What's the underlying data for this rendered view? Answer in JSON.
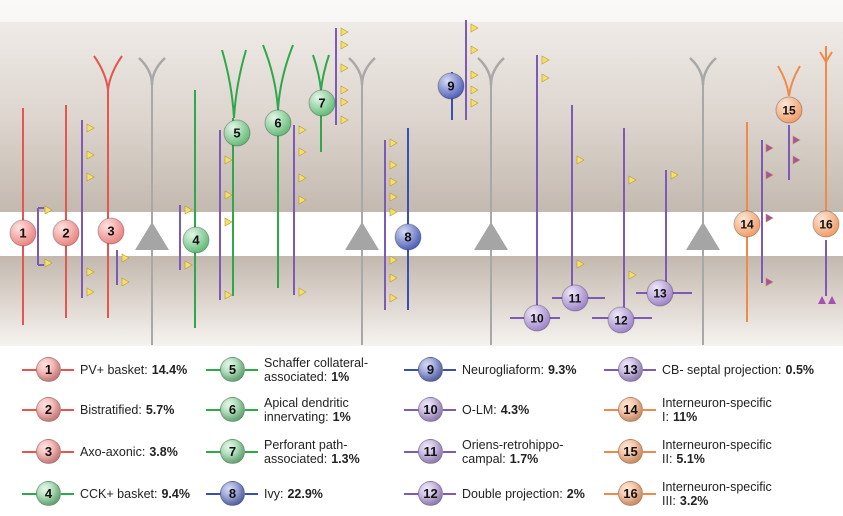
{
  "colors": {
    "band_top": "#e9e4e0",
    "band_mid_dark": "#b9afa6",
    "white_band": "#ffffff",
    "pyramidal": "#a8a8a8",
    "red": "#e5564f",
    "red_badge": "#f4a8a6",
    "green": "#2ea84a",
    "green_badge": "#a3dcaf",
    "blue": "#3b4fb2",
    "blue_badge": "#8f9ad6",
    "purple": "#7d59b8",
    "purple_badge": "#c5b4e2",
    "orange": "#f08a4b",
    "orange_badge": "#f8c29f",
    "bouton": "#f5df6c",
    "magenta_bouton": "#a64fb5"
  },
  "legend": [
    {
      "num": "1",
      "name": "PV+ basket:",
      "pct": "14.4%",
      "group": "red"
    },
    {
      "num": "2",
      "name": "Bistratified:",
      "pct": "5.7%",
      "group": "red"
    },
    {
      "num": "3",
      "name": "Axo-axonic:",
      "pct": "3.8%",
      "group": "red"
    },
    {
      "num": "4",
      "name": "CCK+ basket:",
      "pct": "9.4%",
      "group": "green"
    },
    {
      "num": "5",
      "name": "Schaffer collateral-associated:",
      "pct": "1%",
      "group": "green"
    },
    {
      "num": "6",
      "name": "Apical dendritic innervating:",
      "pct": "1%",
      "group": "green"
    },
    {
      "num": "7",
      "name": "Perforant path-associated:",
      "pct": "1.3%",
      "group": "green"
    },
    {
      "num": "8",
      "name": "Ivy:",
      "pct": "22.9%",
      "group": "blue"
    },
    {
      "num": "9",
      "name": "Neurogliaform:",
      "pct": "9.3%",
      "group": "blue"
    },
    {
      "num": "10",
      "name": "O-LM:",
      "pct": "4.3%",
      "group": "purple"
    },
    {
      "num": "11",
      "name": "Oriens-retrohippo-campal:",
      "pct": "1.7%",
      "group": "purple"
    },
    {
      "num": "12",
      "name": "Double projection:",
      "pct": "2%",
      "group": "purple"
    },
    {
      "num": "13",
      "name": "CB- septal projection:",
      "pct": "0.5%",
      "group": "purple"
    },
    {
      "num": "14",
      "name": "Interneuron-specific I:",
      "pct": "11%",
      "group": "orange"
    },
    {
      "num": "15",
      "name": "Interneuron-specific II:",
      "pct": "5.1%",
      "group": "orange"
    },
    {
      "num": "16",
      "name": "Interneuron-specific III:",
      "pct": "3.2%",
      "group": "orange"
    }
  ],
  "diagram_badges": [
    {
      "num": "1",
      "group": "red"
    },
    {
      "num": "2",
      "group": "red"
    },
    {
      "num": "3",
      "group": "red"
    },
    {
      "num": "4",
      "group": "green"
    },
    {
      "num": "5",
      "group": "green"
    },
    {
      "num": "6",
      "group": "green"
    },
    {
      "num": "7",
      "group": "green"
    },
    {
      "num": "8",
      "group": "blue"
    },
    {
      "num": "9",
      "group": "blue"
    },
    {
      "num": "10",
      "group": "purple"
    },
    {
      "num": "11",
      "group": "purple"
    },
    {
      "num": "12",
      "group": "purple"
    },
    {
      "num": "13",
      "group": "purple"
    },
    {
      "num": "14",
      "group": "orange"
    },
    {
      "num": "15",
      "group": "orange"
    },
    {
      "num": "16",
      "group": "orange"
    }
  ]
}
